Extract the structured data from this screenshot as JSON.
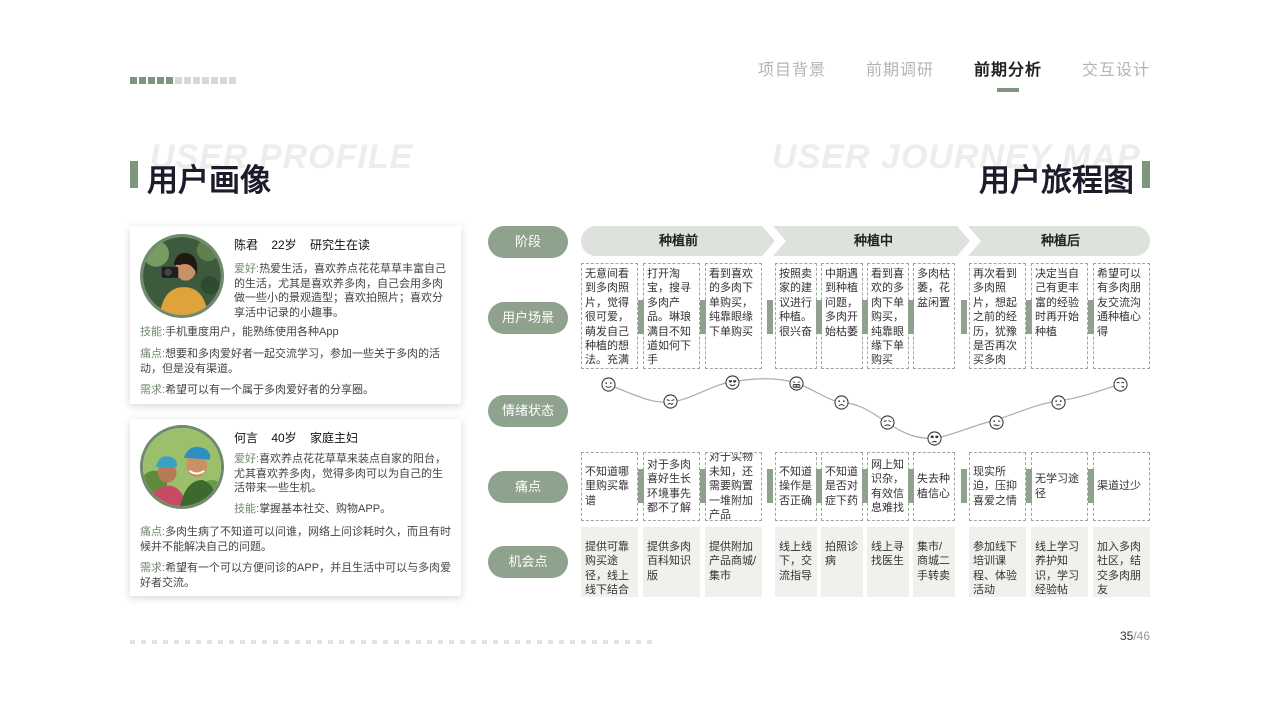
{
  "nav": {
    "items": [
      "项目背景",
      "前期调研",
      "前期分析",
      "交互设计"
    ],
    "active_index": 2
  },
  "profile_section": {
    "bg_title": "USER PROFILE",
    "title": "用户画像"
  },
  "journey_section": {
    "bg_title": "USER JOURNEY MAP",
    "title": "用户旅程图"
  },
  "personas": [
    {
      "name_line": "陈君    22岁    研究生在读",
      "lines": [
        {
          "label": "爱好:",
          "text": "热爱生活，喜欢养点花花草草丰富自己的生活，尤其是喜欢养多肉，自己会用多肉做一些小的景观造型；喜欢拍照片；喜欢分享活中记录的小趣事。"
        },
        {
          "label": "技能:",
          "text": "手机重度用户，能熟练使用各种App"
        },
        {
          "label": "痛点:",
          "text": "想要和多肉爱好者一起交流学习，参加一些关于多肉的活动，但是没有渠道。"
        },
        {
          "label": "需求:",
          "text": "希望可以有一个属于多肉爱好者的分享圈。"
        }
      ]
    },
    {
      "name_line": "何言    40岁    家庭主妇",
      "lines": [
        {
          "label": "爱好:",
          "text": "喜欢养点花花草草来装点自家的阳台，尤其喜欢养多肉，觉得多肉可以为自己的生活带来一些生机。"
        },
        {
          "label": "技能:",
          "text": "掌握基本社交、购物APP。"
        },
        {
          "label": "痛点:",
          "text": "多肉生病了不知道可以问谁，网络上问诊耗时久，而且有时候并不能解决自己的问题。"
        },
        {
          "label": "需求:",
          "text": "希望有一个可以方便问诊的APP，并且生活中可以与多肉爱好者交流。"
        }
      ]
    }
  ],
  "journey": {
    "stage_labels": [
      "阶段",
      "用户场景",
      "情绪状态",
      "痛点",
      "机会点"
    ],
    "phases": [
      "种植前",
      "种植中",
      "种植后"
    ],
    "scenes": [
      "无意间看到多肉照片，觉得很可爱，萌发自己种植的想法。充满新奇感",
      "打开淘宝，搜寻多肉产品。琳琅满目不知道如何下手",
      "看到喜欢的多肉下单购买，纯靠眼缘下单购买",
      "按照卖家的建议进行种植。很兴奋",
      "中期遇到种植问题，多肉开始枯萎",
      "看到喜欢的多肉下单购买，纯靠眼缘下单购买",
      "多肉枯萎，花盆闲置",
      "再次看到多肉照片，想起之前的经历，犹豫是否再次买多肉",
      "决定当自己有更丰富的经验时再开始种植",
      "希望可以有多肉朋友交流沟通种植心得"
    ],
    "pain_points": [
      "不知道哪里购买靠谱",
      "对于多肉喜好生长环境事先都不了解",
      "对于实物未知，还需要购置一堆附加产品",
      "不知道操作是否正确",
      "不知道是否对症下药",
      "网上知识杂，有效信息难找",
      "失去种植信心",
      "现实所迫，压抑喜爱之情",
      "无学习途径",
      "渠道过少"
    ],
    "opportunities": [
      "提供可靠购买途径，线上线下结合",
      "提供多肉百科知识版",
      "提供附加产品商城/集市",
      "线上线下，交流指导",
      "拍照诊病",
      "线上寻找医生",
      "集市/商城二手转卖",
      "参加线下培训课程、体验活动",
      "线上学习养护知识，学习经验帖",
      "加入多肉社区，结交多肉朋友"
    ],
    "emotions": [
      "neutral-icon",
      "confused-icon",
      "love-eyes-icon",
      "grin-icon",
      "worried-icon",
      "sad-icon",
      "crying-icon",
      "hesitant-icon",
      "thinking-icon",
      "hopeful-icon"
    ]
  },
  "pagination": {
    "current": "35",
    "total": "/46"
  },
  "colors": {
    "accent": "#7f957d",
    "stage_pill": "#8fa28d",
    "phase_bar": "#dde2dc",
    "opportunity_bg": "#eef1ec"
  }
}
